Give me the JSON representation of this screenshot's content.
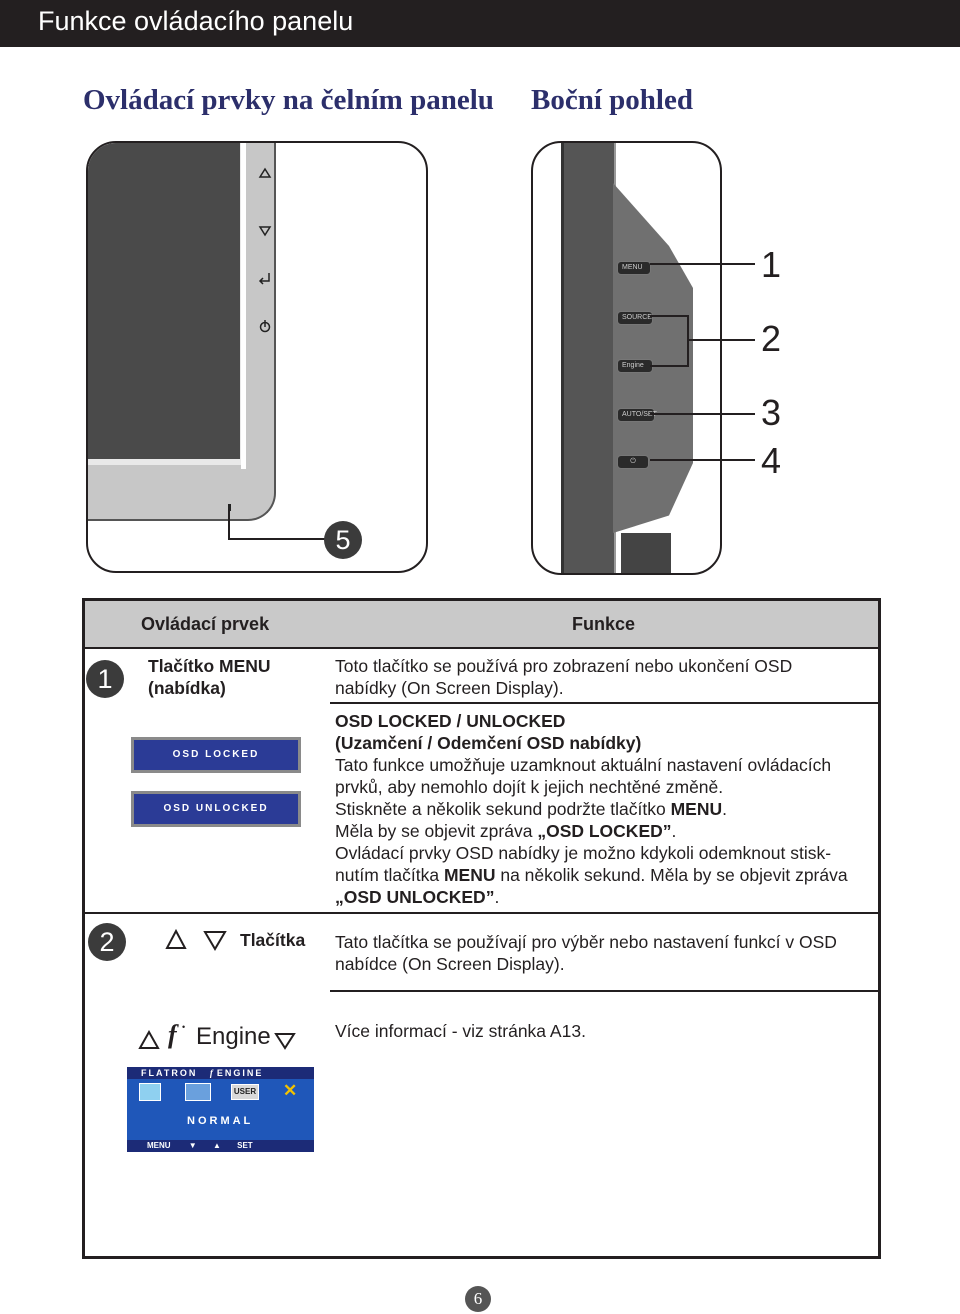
{
  "header": {
    "title": "Funkce ovládacího panelu"
  },
  "sections": {
    "front_title": "Ovládací prvky na čelním panelu",
    "side_title": "Boční pohled"
  },
  "side_buttons": {
    "menu": "MENU",
    "source": "SOURCE",
    "fengine": "Engine",
    "autoset": "AUTO/SET"
  },
  "callouts": {
    "n1": "1",
    "n2": "2",
    "n3": "3",
    "n4": "4",
    "n5": "5"
  },
  "table": {
    "col1": "Ovládací prvek",
    "col2": "Funkce",
    "row1": {
      "num": "1",
      "name1": "Tlačítko MENU",
      "name2": "(nabídka)",
      "desc1": "Toto tlačítko se používá pro zobrazení nebo ukončení OSD",
      "desc2": "nabídky (On Screen Display).",
      "osd_locked": "OSD LOCKED",
      "osd_unlocked": "OSD UNLOCKED",
      "lock_title1": "OSD LOCKED / UNLOCKED",
      "lock_title2": "(Uzamčení / Odemčení OSD nabídky)",
      "l1": "Tato funkce umožňuje uzamknout aktuální nastavení ovládacích",
      "l2": "prvků, aby nemohlo dojít k jejich nechtěné změně.",
      "l3a": "Stiskněte a několik sekund podržte tlačítko ",
      "l3b": "MENU",
      "l3c": ".",
      "l4a": "Měla by se objevit zpráva ",
      "l4b": "„OSD LOCKED”",
      "l4c": ".",
      "l5": "Ovládací prvky OSD nabídky je možno kdykoli odemknout stisk-",
      "l6a": "nutím tlačítka ",
      "l6b": "MENU",
      "l6c": " na několik sekund. Měla by se objevit zpráva",
      "l7a": "„OSD UNLOCKED”",
      "l7b": "."
    },
    "row2": {
      "num": "2",
      "name": "Tlačítka",
      "desc1": "Tato tlačítka se používají pro výběr nebo nastavení funkcí v OSD",
      "desc2": "nabídce (On Screen Display).",
      "engine_label": "Engine",
      "engine_desc": "Více informací - viz stránka A13.",
      "osd_header1": "FLATRON",
      "osd_header2": "ENGINE",
      "osd_user": "USER",
      "osd_mode": "NORMAL",
      "osd_menu": "MENU",
      "osd_set": "SET"
    }
  },
  "footer": {
    "page": "6"
  }
}
